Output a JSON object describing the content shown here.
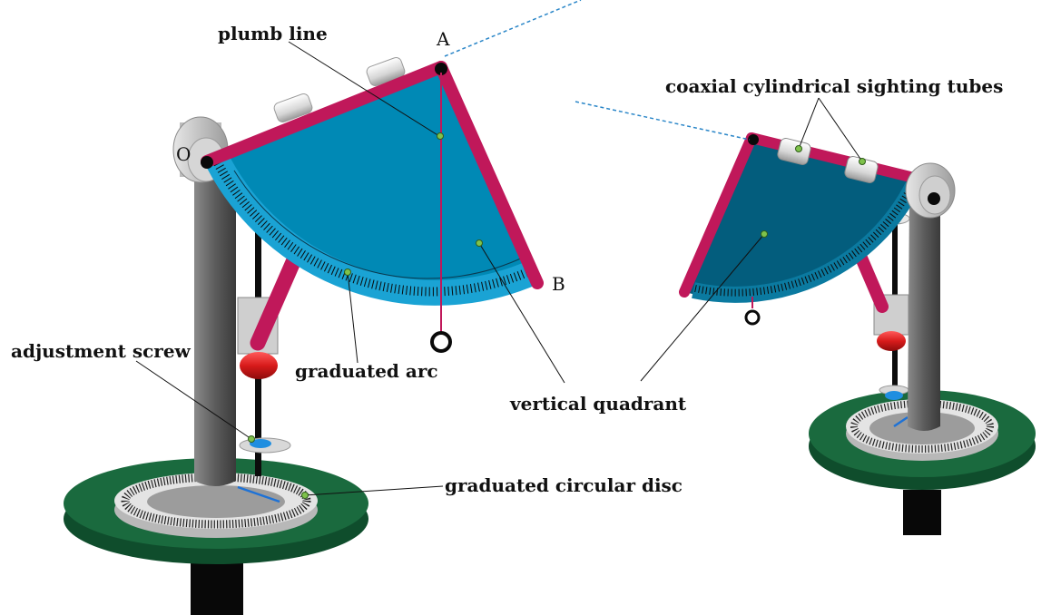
{
  "labels": {
    "plumb_line": "plumb line",
    "coaxial_tubes": "coaxial cylindrical sighting tubes",
    "adjustment_screw": "adjustment screw",
    "graduated_arc": "graduated arc",
    "vertical_quadrant": "vertical quadrant",
    "graduated_disc": "graduated circular disc"
  },
  "points": {
    "a": "A",
    "b": "B",
    "o": "O"
  },
  "colors": {
    "frame": "#c0185a",
    "quadrant_face": "#0089b5",
    "quadrant_face_dark": "#035d7d",
    "base": "#1a6a3e",
    "post": "#5c5c5c",
    "knob": "#d81b1b",
    "sight_line": "#2a86c8"
  }
}
